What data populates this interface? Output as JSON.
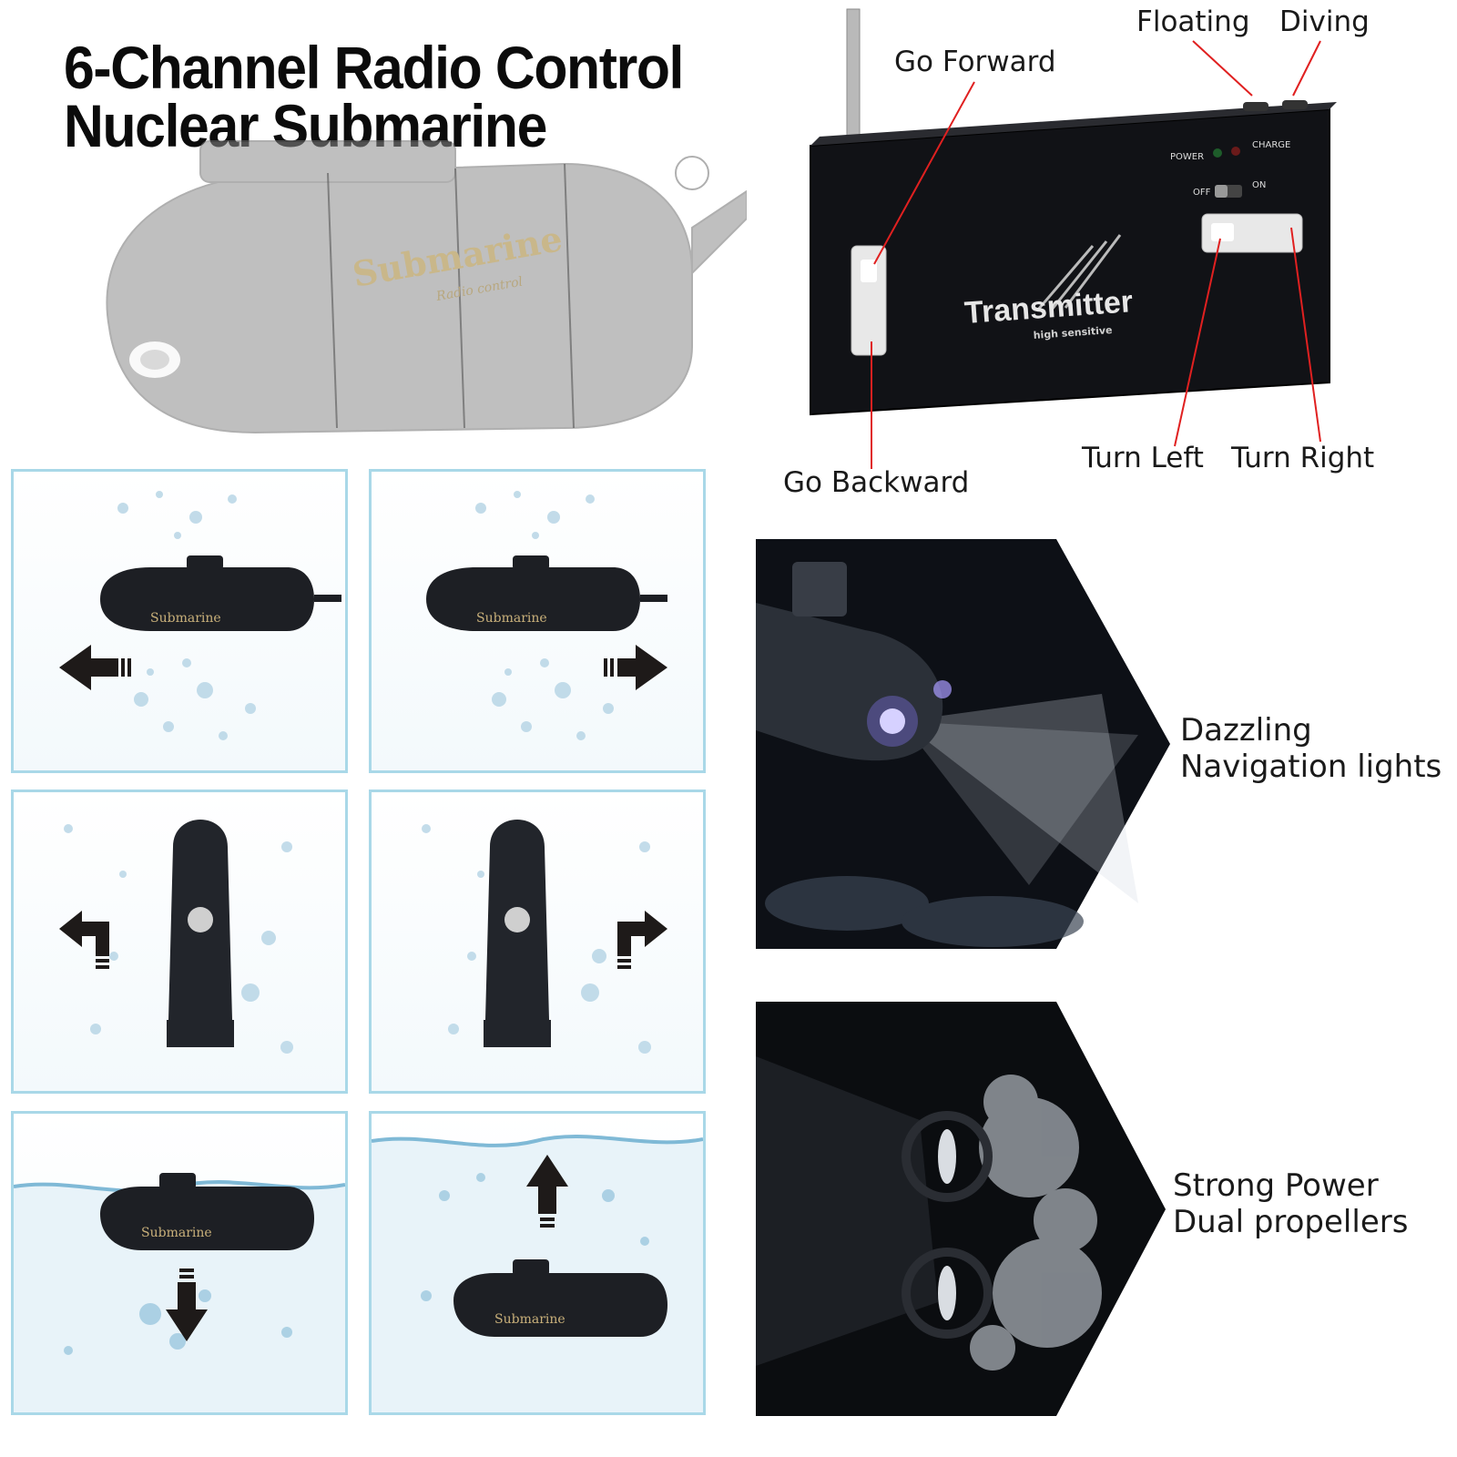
{
  "title": {
    "line1": "6-Channel Radio Control",
    "line2": "Nuclear Submarine"
  },
  "ghost_sub": {
    "brand": "Submarine",
    "sub_brand": "Radio control"
  },
  "transmitter": {
    "brand": "Transmitter",
    "sub_brand": "high sensitive",
    "power_label": "POWER",
    "charge_label": "CHARGE",
    "off_label": "OFF",
    "on_label": "ON",
    "callouts": {
      "floating": "Floating",
      "diving": "Diving",
      "go_forward": "Go Forward",
      "go_backward": "Go Backward",
      "turn_left": "Turn Left",
      "turn_right": "Turn Right"
    }
  },
  "tiles": [
    {
      "id": "move-left",
      "arrow": "arrow-left-icon",
      "label": "Submarine"
    },
    {
      "id": "move-right",
      "arrow": "arrow-right-icon",
      "label": "Submarine"
    },
    {
      "id": "turn-left",
      "arrow": "turn-left-icon"
    },
    {
      "id": "turn-right",
      "arrow": "turn-right-icon"
    },
    {
      "id": "dive",
      "arrow": "arrow-down-icon",
      "label": "Submarine"
    },
    {
      "id": "float",
      "arrow": "arrow-up-icon",
      "label": "Submarine"
    }
  ],
  "features": {
    "lights": {
      "line1": "Dazzling",
      "line2": "Navigation lights"
    },
    "propellers": {
      "line1": "Strong Power",
      "line2": "Dual propellers"
    }
  },
  "colors": {
    "tile_border": "#a9d8e8",
    "callout_line": "#e02020",
    "panel_dark": "#0d1016"
  }
}
